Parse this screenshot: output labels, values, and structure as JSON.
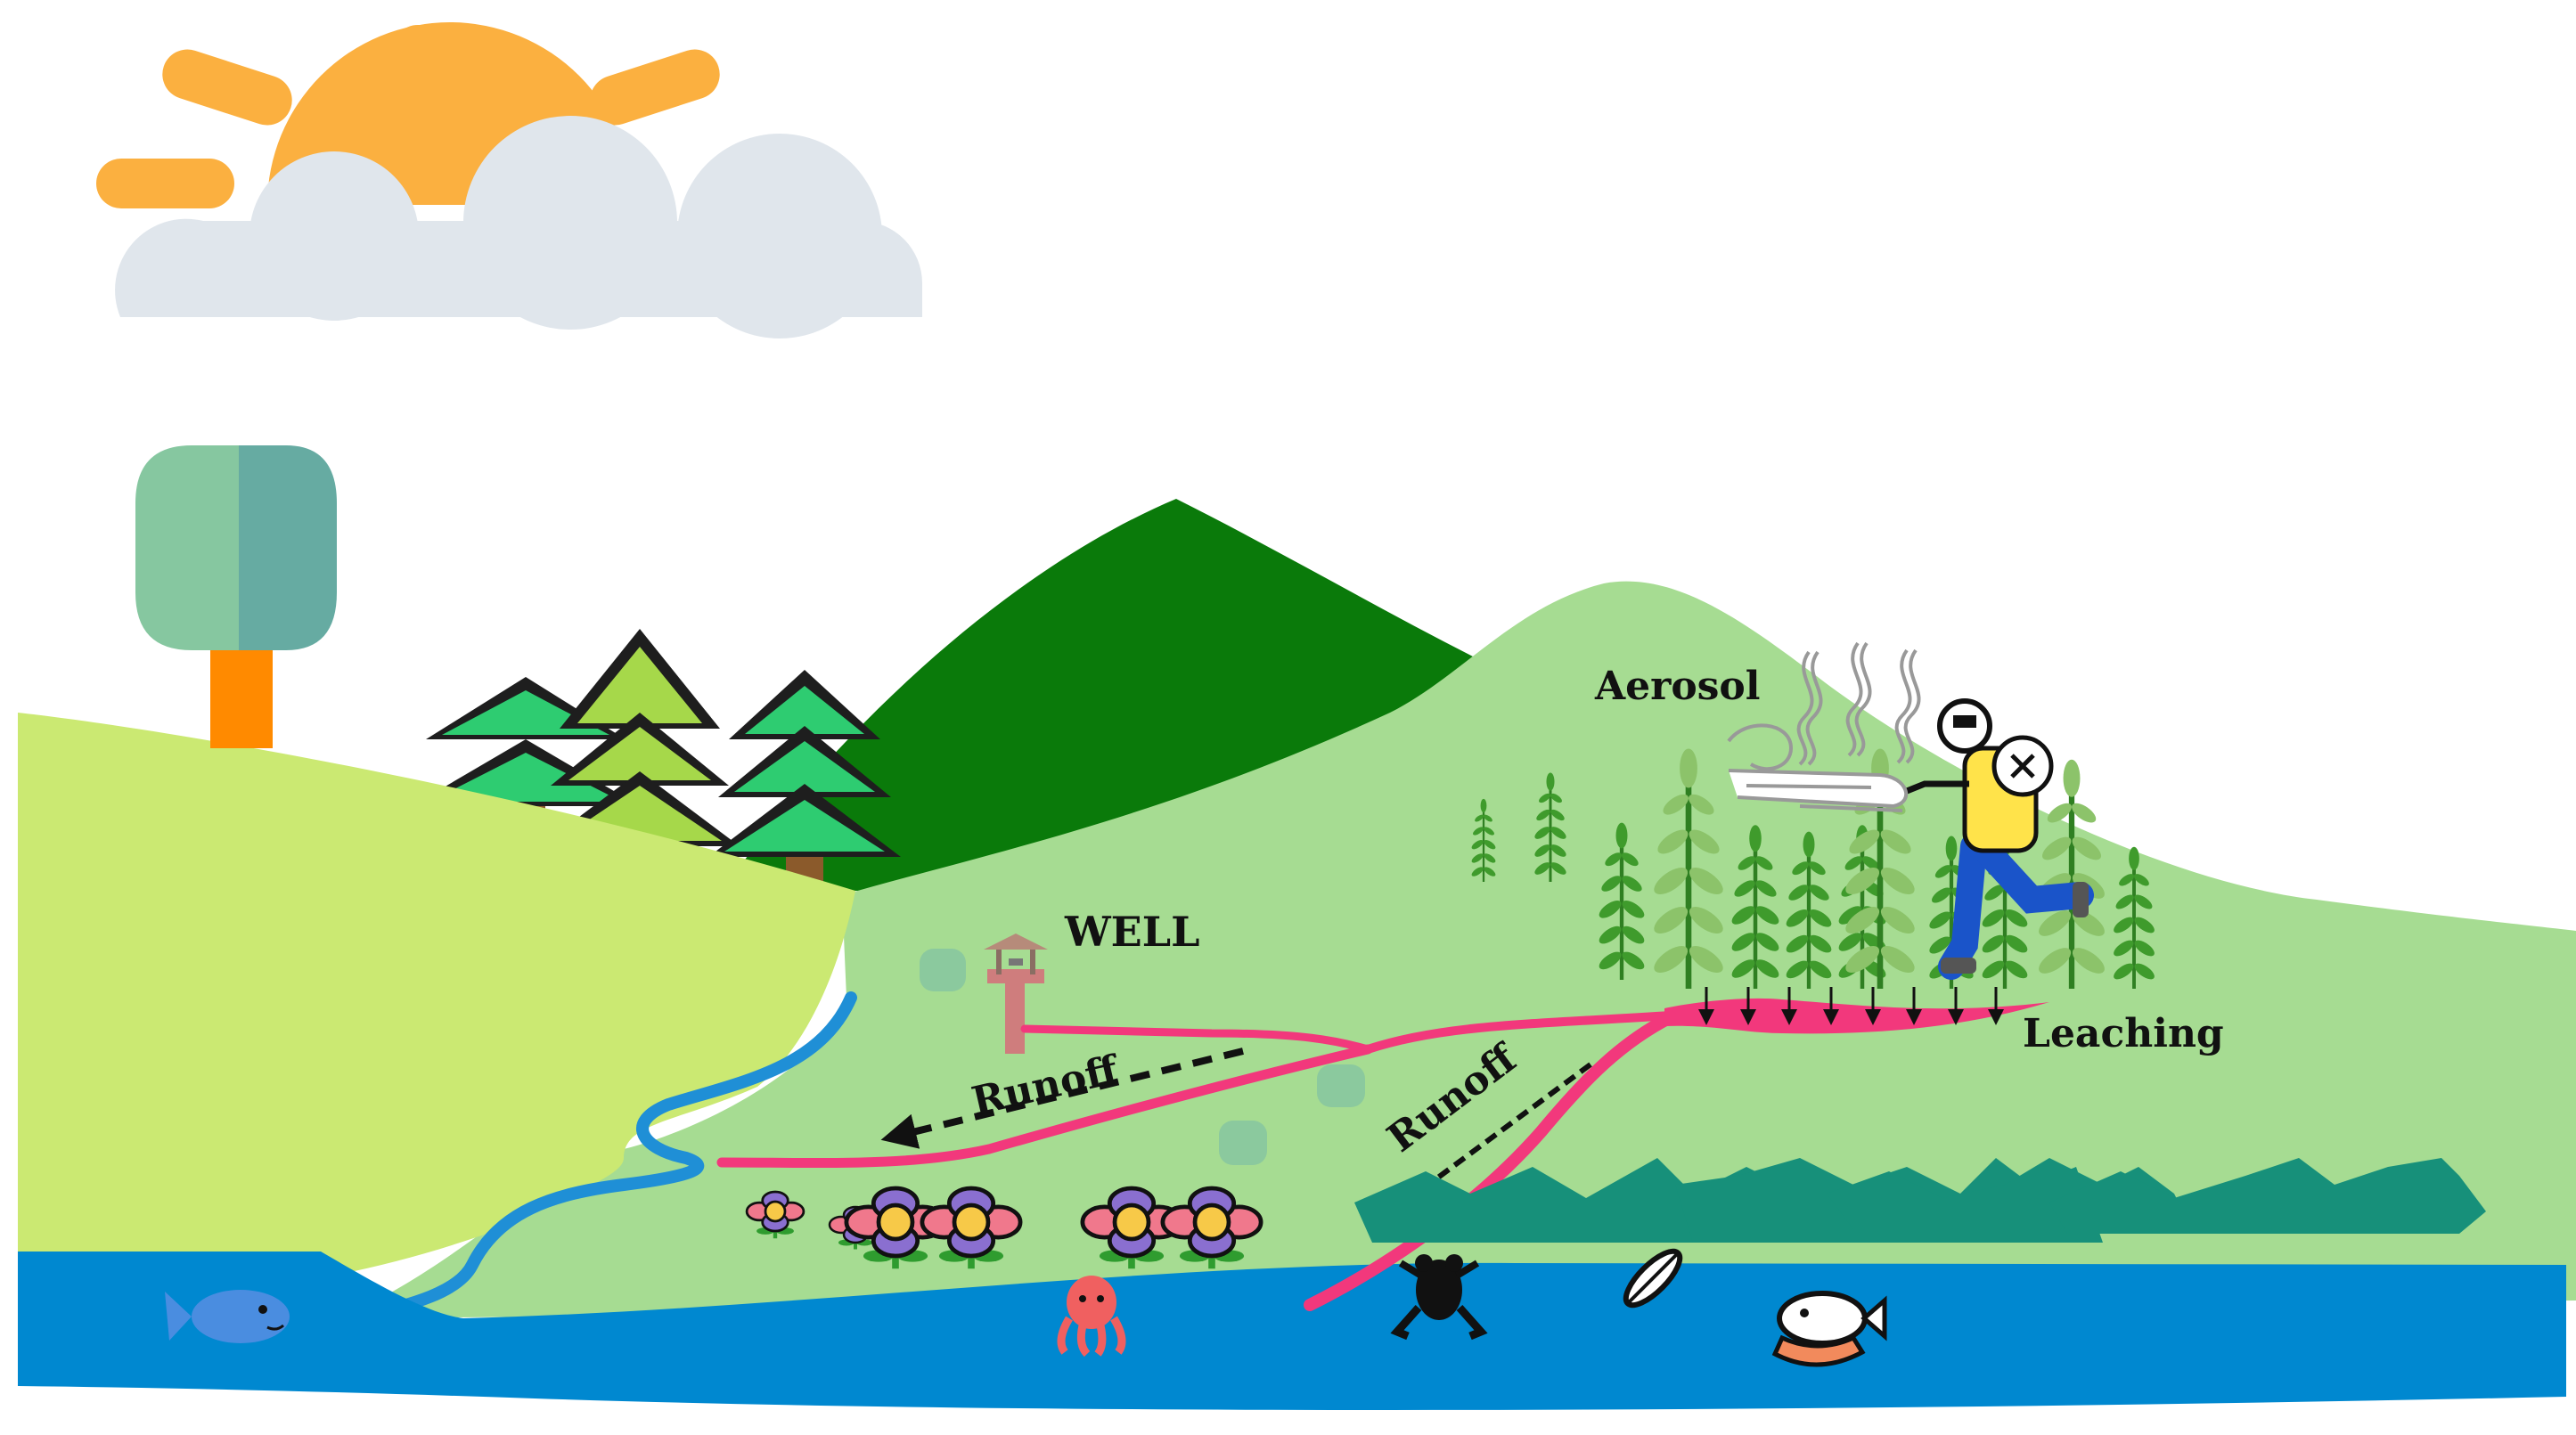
{
  "labels": {
    "aerosol": "Aerosol",
    "well": "WELL",
    "runoff_left": "Runoff",
    "runoff_right": "Runoff",
    "leaching": "Leaching"
  },
  "colors": {
    "sky": "#ffffff",
    "sun": "#fbb040",
    "cloud": "#e0e6ec",
    "hill_left": "#cbe972",
    "mountain": "#0a7a0a",
    "hill_right": "#a6dc92",
    "water": "#0088d0",
    "stream": "#1f8fd6",
    "pesticide": "#f2387c",
    "tree_trunk": "#ff8a00",
    "tree_crown_light": "#86c7a0",
    "tree_crown_dark": "#66aba2",
    "pine_dark_green": "#2ecc71",
    "pine_light_green": "#a6d84a",
    "crop": "#3f9b2c",
    "crop_light": "#8cc36a",
    "grass": "#17907a",
    "sprayer_tank": "#ffe34a",
    "farmer_pants": "#1a54c9"
  },
  "icons": [
    "sun-icon",
    "cloud-icon",
    "tree-icon",
    "pine-tree-icon",
    "well-icon",
    "farmer-sprayer-icon",
    "wind-icon",
    "vapor-icon",
    "crop-plant-icon",
    "flower-icon",
    "grass-icon",
    "fish-icon",
    "octopus-icon",
    "frog-icon",
    "leaf-insect-icon",
    "fish-bowl-icon"
  ]
}
